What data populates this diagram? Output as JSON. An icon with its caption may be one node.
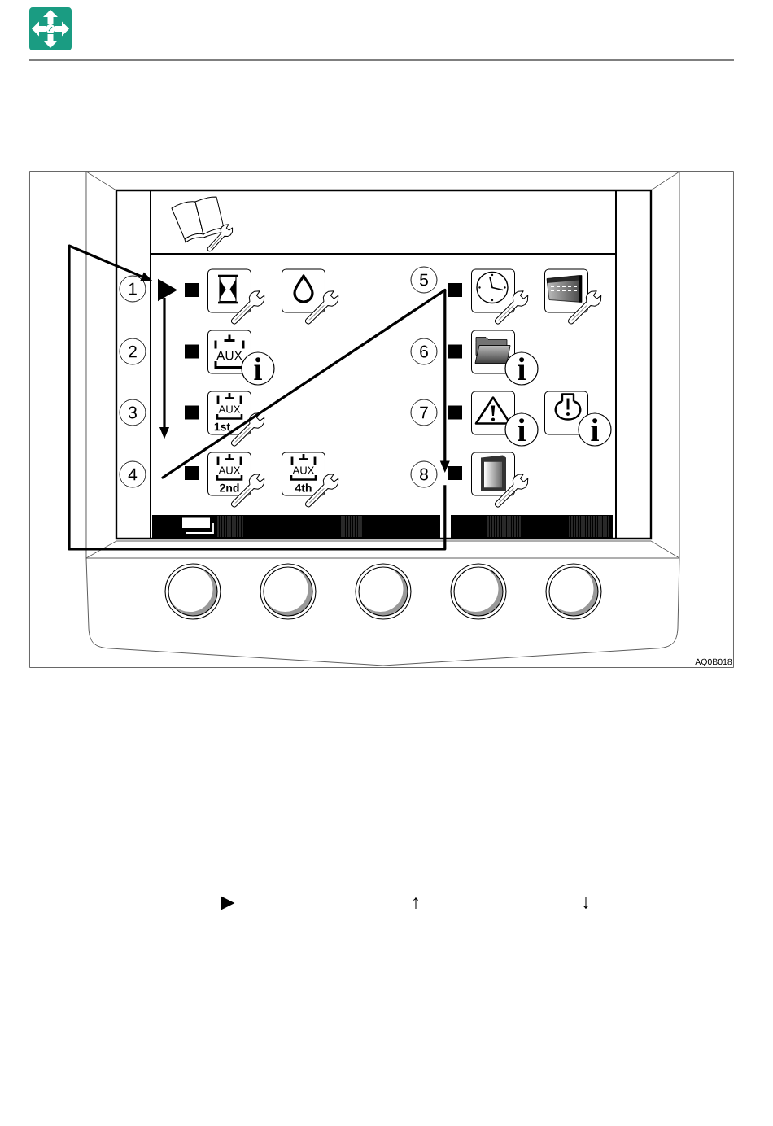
{
  "diagram": {
    "nodes": [
      {
        "text": [
          "1"
        ]
      },
      {
        "text": [],
        "shape": "triangle"
      },
      {
        "text": [],
        "shape": "box"
      },
      {
        "text": [],
        "shape": "box"
      },
      {
        "text": [],
        "shape": "box"
      },
      {
        "text": [
          "2"
        ]
      },
      {
        "text": [],
        "shape": "box"
      },
      {
        "text": [
          "AUX"
        ]
      },
      {
        "text": [
          "i"
        ]
      },
      {
        "text": [
          "3"
        ]
      },
      {
        "text": [],
        "shape": "box"
      },
      {
        "text": [
          "AUX",
          "1st"
        ]
      },
      {
        "text": [
          "4"
        ]
      },
      {
        "text": [],
        "shape": "box"
      },
      {
        "text": [
          "AUX",
          "2nd"
        ]
      },
      {
        "text": [
          "AUX",
          "4th"
        ]
      },
      {
        "text": [
          "5"
        ]
      },
      {
        "text": [],
        "shape": "box"
      },
      {
        "text": [],
        "shape": "box"
      },
      {
        "text": [],
        "shape": "box"
      },
      {
        "text": [
          "6"
        ]
      },
      {
        "text": [],
        "shape": "box"
      },
      {
        "text": [],
        "shape": "box"
      },
      {
        "text": [
          "i"
        ]
      },
      {
        "text": [
          "7"
        ]
      },
      {
        "text": [],
        "shape": "box"
      },
      {
        "text": [],
        "shape": "box"
      },
      {
        "text": [
          "i"
        ]
      },
      {
        "text": [],
        "shape": "box"
      },
      {
        "text": [
          "i"
        ]
      },
      {
        "text": [
          "8"
        ]
      },
      {
        "text": [],
        "shape": "box"
      },
      {
        "text": [],
        "shape": "box"
      }
    ],
    "edges": [
      {
        "from": 1,
        "to": null,
        "arrow": "to"
      },
      {
        "from": null,
        "to": 17,
        "arrow": "none"
      },
      {
        "from": 17,
        "to": 31,
        "arrow": "to"
      },
      {
        "from": 31,
        "to": 1,
        "arrow": "to"
      }
    ],
    "labels": [
      "AQ0B018",
      "▶",
      "↑",
      "↓"
    ]
  }
}
